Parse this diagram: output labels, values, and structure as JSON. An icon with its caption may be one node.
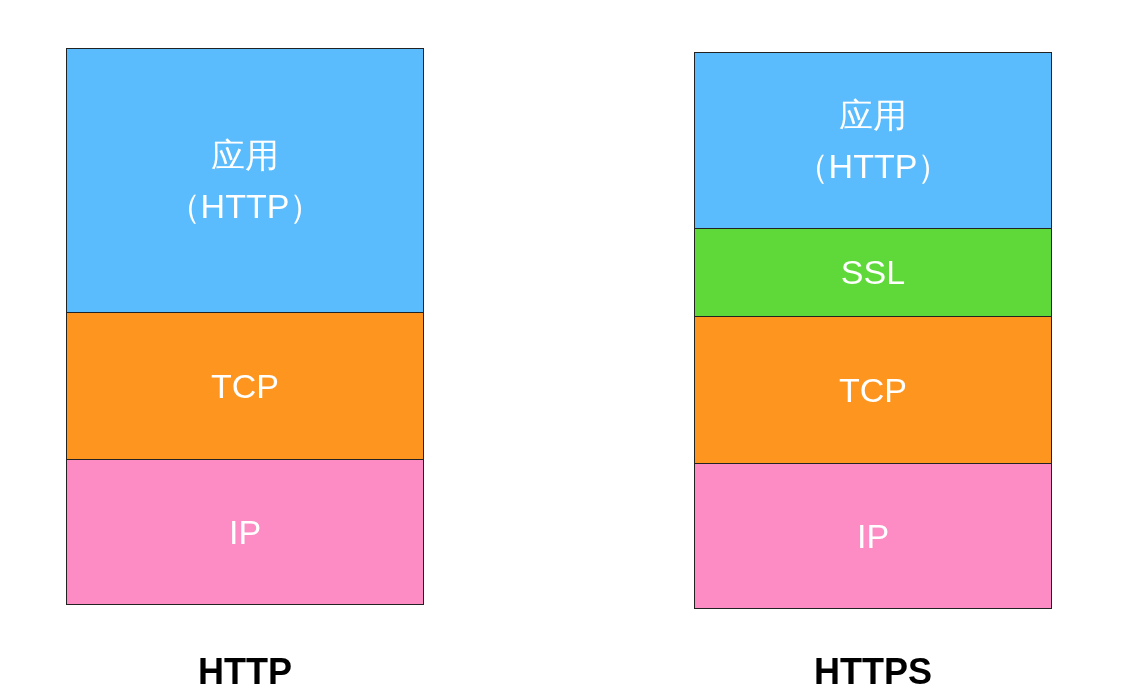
{
  "diagram": {
    "nodes": [
      {
        "text": [
          "应用",
          "（HTTP）"
        ]
      },
      {
        "text": [
          "TCP"
        ]
      },
      {
        "text": [
          "IP"
        ]
      },
      {
        "text": [
          "应用",
          "（HTTP）"
        ]
      },
      {
        "text": [
          "SSL"
        ]
      },
      {
        "text": [
          "TCP"
        ]
      },
      {
        "text": [
          "IP"
        ]
      }
    ],
    "labels": [
      "HTTP",
      "HTTPS"
    ]
  }
}
